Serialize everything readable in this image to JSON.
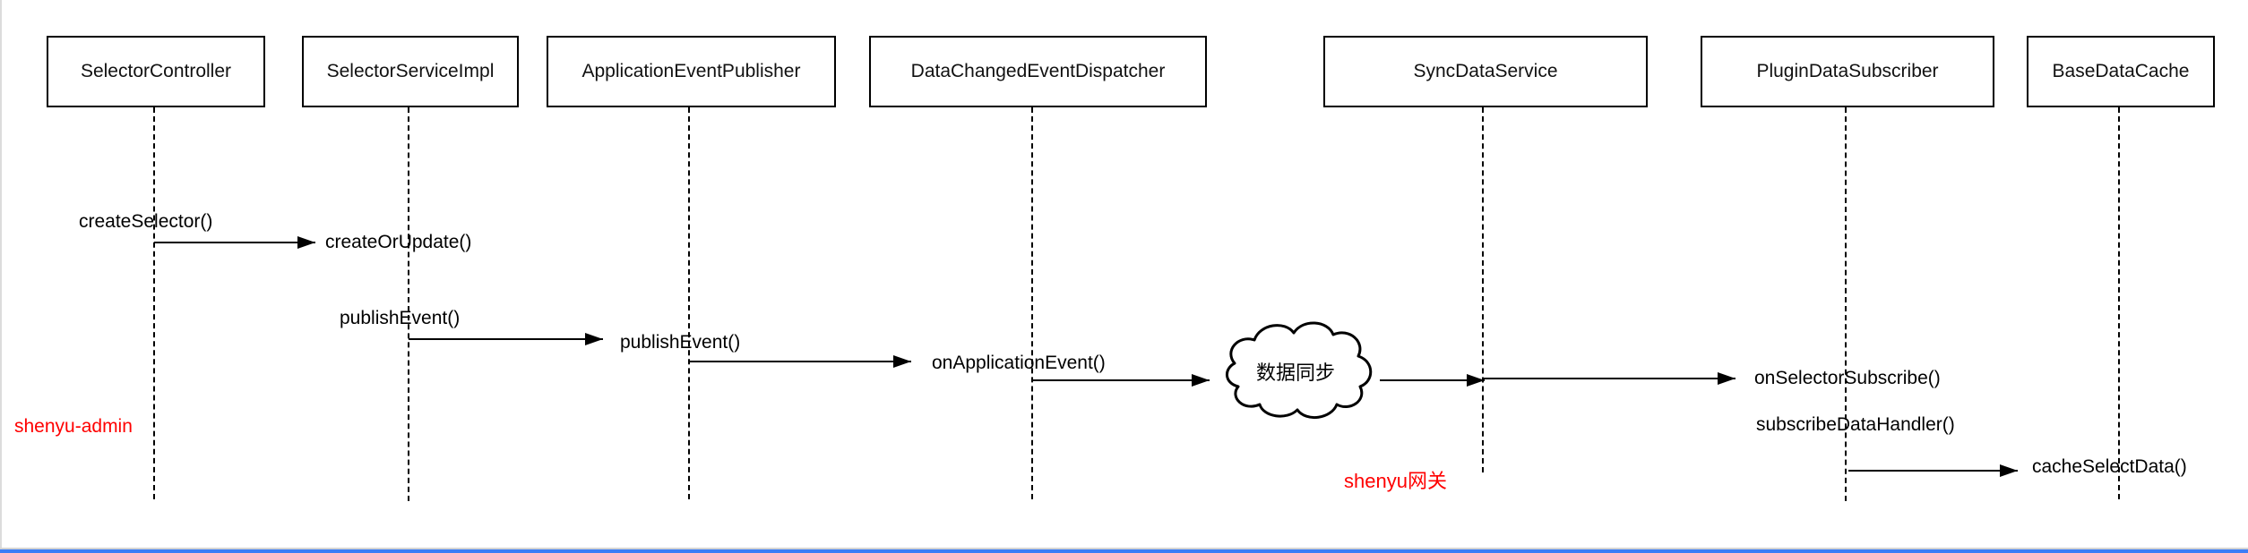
{
  "participants": [
    {
      "name": "SelectorController"
    },
    {
      "name": "SelectorServiceImpl"
    },
    {
      "name": "ApplicationEventPublisher"
    },
    {
      "name": "DataChangedEventDispatcher"
    },
    {
      "name": "SyncDataService"
    },
    {
      "name": "PluginDataSubscriber"
    },
    {
      "name": "BaseDataCache"
    }
  ],
  "messages": [
    {
      "label": "createSelector()"
    },
    {
      "label": "createOrUpdate()"
    },
    {
      "label": "publishEvent()"
    },
    {
      "label": "publishEvent()"
    },
    {
      "label": "onApplicationEvent()"
    },
    {
      "label": "onSelectorSubscribe()"
    },
    {
      "label": "subscribeDataHandler()"
    },
    {
      "label": "cacheSelectData()"
    }
  ],
  "cloud": {
    "label": "数据同步"
  },
  "annotations": [
    {
      "label": "shenyu-admin"
    },
    {
      "label": "shenyu网关"
    }
  ],
  "colors": {
    "line": "#000000",
    "annotation_red": "#ff0000",
    "bottom_bar_blue": "#3d7ef7",
    "page_border_gray": "#dcdcdc"
  }
}
